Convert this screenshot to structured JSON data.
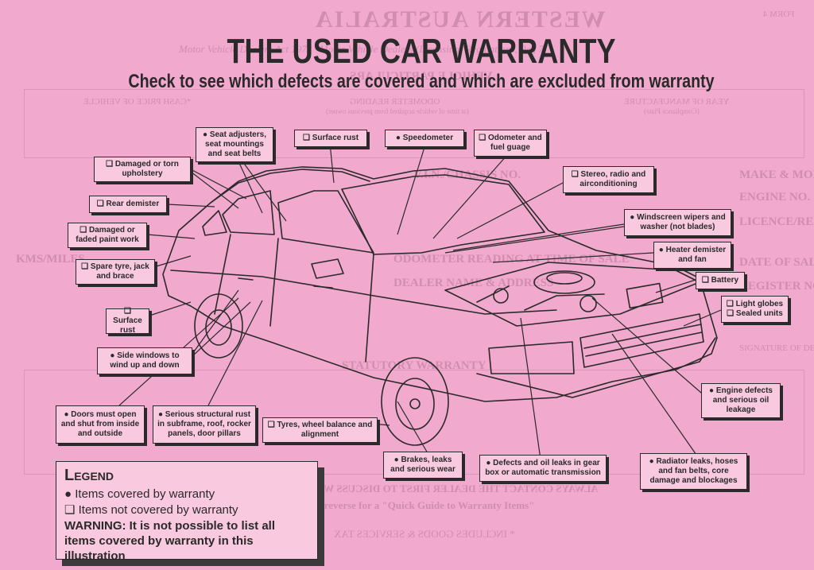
{
  "title": "THE USED CAR WARRANTY",
  "subtitle": "Check to see which defects are covered and which are excluded from warranty",
  "symbols": {
    "covered": "●",
    "not_covered": "❑"
  },
  "callouts": [
    {
      "id": "seat-adjusters",
      "text": "Seat adjusters, seat mountings and seat belts",
      "status": "covered"
    },
    {
      "id": "surface-rust-top",
      "text": "Surface rust",
      "status": "not_covered"
    },
    {
      "id": "speedometer",
      "text": "Speedometer",
      "status": "covered"
    },
    {
      "id": "odometer",
      "text": "Odometer and fuel guage",
      "status": "not_covered"
    },
    {
      "id": "damaged-upholstery",
      "text": "Damaged or torn upholstery",
      "status": "not_covered"
    },
    {
      "id": "stereo",
      "text": "Stereo, radio and airconditioning",
      "status": "not_covered"
    },
    {
      "id": "rear-demister",
      "text": "Rear demister",
      "status": "not_covered"
    },
    {
      "id": "windscreen-wipers",
      "text": "Windscreen wipers and washer (not blades)",
      "status": "covered"
    },
    {
      "id": "damaged-paint",
      "text": "Damaged or faded paint work",
      "status": "not_covered"
    },
    {
      "id": "heater-demister",
      "text": "Heater demister and fan",
      "status": "covered"
    },
    {
      "id": "spare-tyre",
      "text": "Spare tyre, jack and brace",
      "status": "not_covered"
    },
    {
      "id": "battery",
      "text": "Battery",
      "status": "not_covered"
    },
    {
      "id": "light-globes",
      "text": "Light globes",
      "status": "not_covered"
    },
    {
      "id": "sealed-units",
      "text": "Sealed units",
      "status": "not_covered"
    },
    {
      "id": "surface-rust-side",
      "text": "Surface rust",
      "status": "not_covered"
    },
    {
      "id": "side-windows",
      "text": "Side windows to wind up and down",
      "status": "covered"
    },
    {
      "id": "engine-defects",
      "text": "Engine defects and serious oil leakage",
      "status": "covered"
    },
    {
      "id": "doors",
      "text": "Doors must open and shut from inside and outside",
      "status": "covered"
    },
    {
      "id": "structural-rust",
      "text": "Serious structural rust in subframe, roof, rocker panels, door pillars",
      "status": "covered"
    },
    {
      "id": "tyres",
      "text": "Tyres, wheel balance and alignment",
      "status": "not_covered"
    },
    {
      "id": "brakes",
      "text": "Brakes, leaks and serious wear",
      "status": "covered"
    },
    {
      "id": "gearbox",
      "text": "Defects and oil leaks in gear box or automatic transmission",
      "status": "covered"
    },
    {
      "id": "radiator",
      "text": "Radiator leaks, hoses and fan belts, core damage and blockages",
      "status": "covered"
    }
  ],
  "legend": {
    "title": "Legend",
    "covered": "Items covered by warranty",
    "not_covered": "Items not covered by warranty",
    "warning": "WARNING: It is not possible to list all items covered by warranty in this illustration"
  },
  "background_text": {
    "form_number": "FORM 4",
    "state": "WESTERN AUSTRALIA",
    "act_line": "Motor Vehicle Dealers Act 1973 · Motor Vehicle Dealers (Licensing) Regulations, Reg 7",
    "heading": "VEHICLE PARTICULARS",
    "year_label": "YEAR OF MANUFACTURE",
    "year_sub": "(Compliance Plate)",
    "odometer_label": "ODOMETER READING",
    "odometer_sub": "(at time of vehicle acquired from previous owner)",
    "price_label": "*CASH PRICE OF VEHICLE",
    "make_model": "MAKE & MODEL",
    "engine_no": "ENGINE NO.",
    "vin": "V.I.N./CHASSIS NO.",
    "licence": "LICENCE/REGISTRATION NO.",
    "date_of_sale": "DATE OF SALE",
    "register": "REGISTER NO.",
    "odometer_sale": "ODOMETER READING AT TIME OF SALE",
    "kms_miles": "KMS/MILES",
    "dealer": "DEALER NAME & ADDRESS",
    "signature": "SIGNATURE OF DEALER",
    "statutory": "STATUTORY WARRANTY",
    "warranty_note": "ALWAYS CONTACT THE DEALER FIRST TO DISCUSS WARRANTY REPAIRS",
    "reverse_note": "Please see reverse for a \"Quick Guide to Warranty Items\"",
    "gst_note": "* INCLUDES GOODS & SERVICES TAX"
  }
}
